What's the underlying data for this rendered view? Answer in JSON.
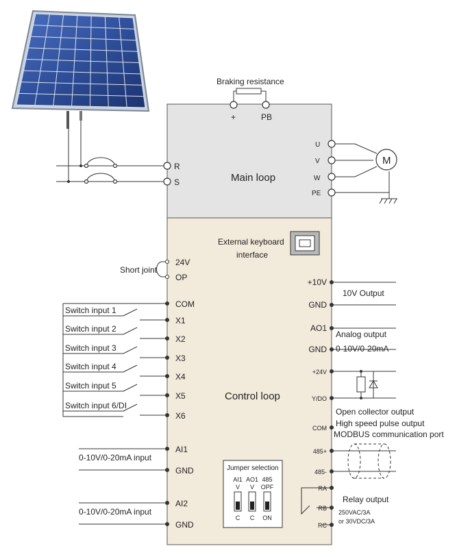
{
  "braking": {
    "label": "Braking resistance",
    "plus": "+",
    "pb": "PB"
  },
  "main_loop": {
    "title": "Main loop",
    "r": "R",
    "s": "S",
    "u": "U",
    "v": "V",
    "w": "W",
    "pe": "PE",
    "motor": "M"
  },
  "control_loop": {
    "title": "Control loop",
    "keyboard_line1": "External keyboard",
    "keyboard_line2": "interface",
    "left_terminals": [
      "24V",
      "OP",
      "COM",
      "X1",
      "X2",
      "X3",
      "X4",
      "X5",
      "X6",
      "AI1",
      "GND",
      "AI2",
      "GND"
    ],
    "right_terminals": [
      "+10V",
      "GND",
      "AO1",
      "GND",
      "+24V",
      "Y/DO",
      "COM",
      "485+",
      "485-",
      "RA",
      "RB",
      "RC"
    ]
  },
  "short_joint": "Short joint",
  "switch_inputs": [
    "Switch input 1",
    "Switch input 2",
    "Switch input 3",
    "Switch input 4",
    "Switch input 5",
    "Switch input 6/DI"
  ],
  "analog_inputs": [
    "0-10V/0-20mA  input",
    "0-10V/0-20mA  input"
  ],
  "outputs": {
    "ten_v": "10V Output",
    "analog": "Analog output",
    "analog_range": "0-10V/0-20mA",
    "open_collector": "Open collector output",
    "high_speed": "High speed pulse output",
    "modbus": "MODBUS communication port",
    "relay": "Relay output",
    "relay_rating1": "250VAC/3A",
    "relay_rating2": "or 30VDC/3A"
  },
  "jumper": {
    "title": "Jumper selection",
    "cols": [
      "AI1",
      "AO1",
      "485"
    ],
    "top": [
      "V",
      "V",
      "OPF"
    ],
    "bottom": [
      "C",
      "C",
      "ON"
    ]
  }
}
